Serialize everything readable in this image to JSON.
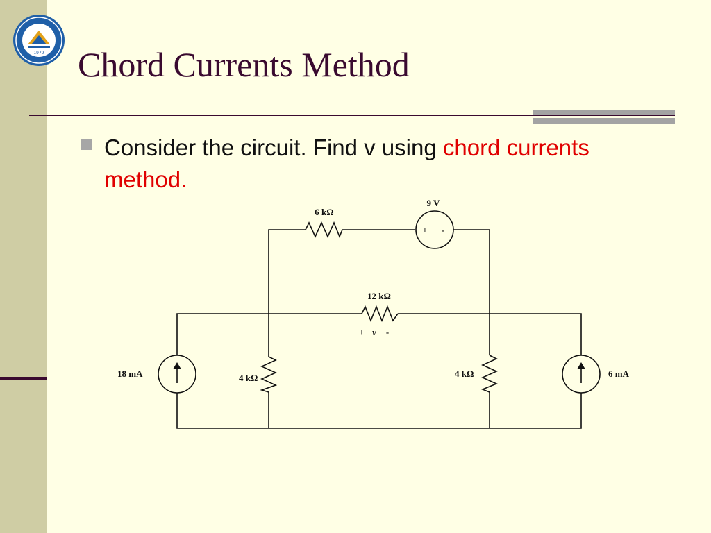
{
  "slide": {
    "title": "Chord Currents Method",
    "bullet": {
      "text": "Consider the circuit. Find v using ",
      "highlight": "chord currents method.",
      "highlight_color": "#E00000"
    }
  },
  "logo": {
    "year": "1979"
  },
  "circuit": {
    "source_9v": "9 V",
    "source_9v_plus": "+",
    "source_9v_minus": "-",
    "resistor_top": "6 kΩ",
    "resistor_middle": "12 kΩ",
    "v_plus": "+",
    "v_label": "v",
    "v_minus": "-",
    "resistor_left": "4 kΩ",
    "resistor_right": "4 kΩ",
    "current_left": "18 mA",
    "current_right": "6 mA"
  },
  "colors": {
    "background": "#FFFFE5",
    "sidebar": "#CFCDA4",
    "title": "#3A0A30",
    "accent_red": "#E00000"
  }
}
